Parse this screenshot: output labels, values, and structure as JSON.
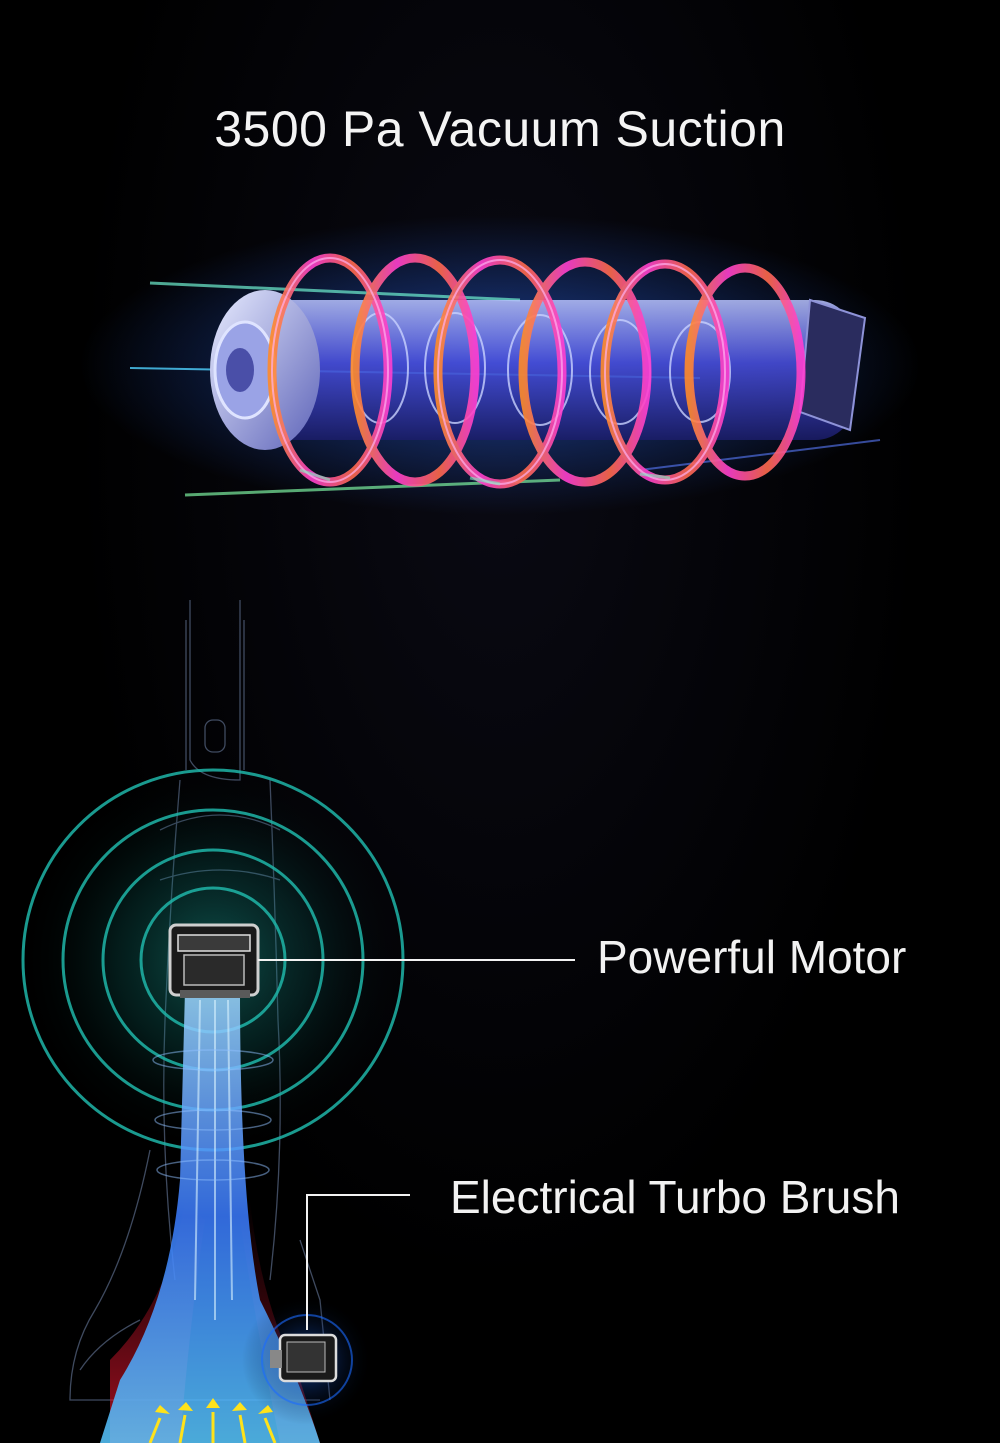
{
  "headline": "3500 Pa Vacuum Suction",
  "callouts": {
    "motor": "Powerful Motor",
    "brush": "Electrical Turbo Brush"
  },
  "colors": {
    "background": "#000000",
    "text": "#f2f2f2",
    "ring_cyan": "#1fb5a8",
    "airflow_blue": "#3a7bff",
    "airflow_red": "#d0142a",
    "spiral_magenta": "#ff3fd0",
    "spiral_orange": "#ff8a2a",
    "arrow_yellow": "#ffe21a"
  },
  "icons": [
    "motor-cutaway-image",
    "vacuum-outline-image",
    "motor-unit-icon",
    "turbo-brush-motor-icon",
    "airflow-arrow-icon"
  ]
}
